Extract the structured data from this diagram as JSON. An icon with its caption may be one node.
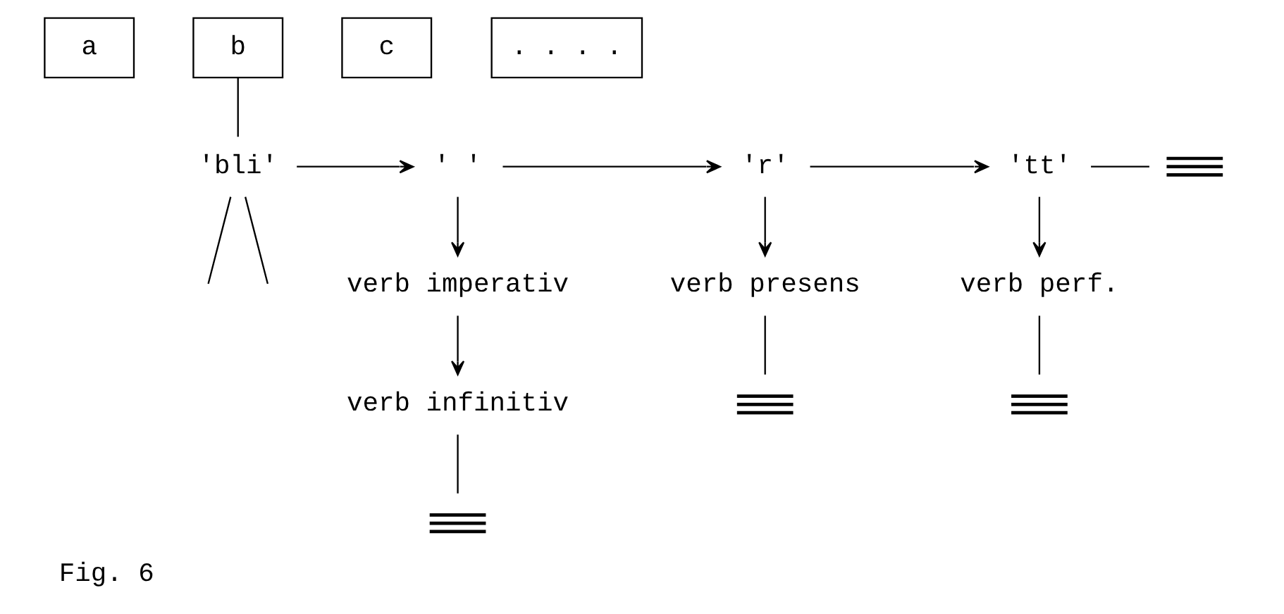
{
  "diagram": {
    "caption": "Fig. 6",
    "nodes": [
      {
        "text": [
          "a"
        ]
      },
      {
        "text": [
          "b"
        ]
      },
      {
        "text": [
          "c"
        ]
      },
      {
        "text": [
          ". . . ."
        ]
      },
      {
        "text": [
          "'bli'"
        ]
      },
      {
        "text": [
          "' '"
        ]
      },
      {
        "text": [
          "'r'"
        ]
      },
      {
        "text": [
          "'tt'"
        ]
      },
      {
        "text": [],
        "shape": "ground"
      },
      {
        "text": [
          "verb imperativ"
        ]
      },
      {
        "text": [
          "verb presens"
        ]
      },
      {
        "text": [
          "verb perf."
        ]
      },
      {
        "text": [
          "verb infinitiv"
        ]
      },
      {
        "text": [],
        "shape": "ground"
      },
      {
        "text": [],
        "shape": "ground"
      },
      {
        "text": [],
        "shape": "ground"
      }
    ],
    "edges": [
      {
        "from": 1,
        "to": 4,
        "arrow": "none"
      },
      {
        "from": 4,
        "to": null,
        "arrow": "none"
      },
      {
        "from": 4,
        "to": null,
        "arrow": "none"
      },
      {
        "from": 4,
        "to": 5,
        "arrow": "to"
      },
      {
        "from": 5,
        "to": 6,
        "arrow": "to"
      },
      {
        "from": 6,
        "to": 7,
        "arrow": "to"
      },
      {
        "from": 7,
        "to": 8,
        "arrow": "none"
      },
      {
        "from": 5,
        "to": 9,
        "arrow": "to"
      },
      {
        "from": 6,
        "to": 10,
        "arrow": "to"
      },
      {
        "from": 7,
        "to": 11,
        "arrow": "to"
      },
      {
        "from": 9,
        "to": 12,
        "arrow": "to"
      },
      {
        "from": 10,
        "to": 13,
        "arrow": "none"
      },
      {
        "from": 11,
        "to": 14,
        "arrow": "none"
      },
      {
        "from": 12,
        "to": 15,
        "arrow": "none"
      }
    ]
  }
}
